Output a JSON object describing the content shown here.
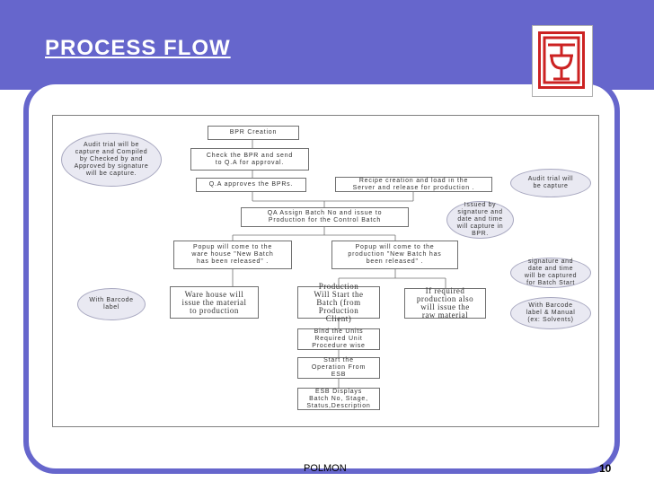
{
  "slide": {
    "title": "PROCESS FLOW",
    "footer": "POLMON",
    "page_number": "10"
  },
  "colors": {
    "header": "#6666cc",
    "frame": "#6666cc",
    "logo_red": "#cc2222",
    "oval_fill": "#e9e9f2"
  },
  "flow": {
    "bpr_creation": "BPR Creation",
    "check_bpr": "Check the BPR and send\nto Q.A for approval.",
    "qa_approves": "Q.A approves the BPRs.",
    "recipe_creation": "Recipe creation and load in  the\nServer and release for production  .",
    "qa_assign": "QA Assign Batch No and issue to\nProduction for the Control Batch",
    "popup_warehouse": "Popup will come to the\nware house \"New Batch\nhas been released\" .",
    "popup_production": "Popup will come to the\nproduction \"New Batch has\nbeen released\" .",
    "warehouse_issue": "Ware house will\nissue the material\nto production",
    "production_start": "Production\nWill Start the\nBatch  (from\nProduction\nClient)",
    "if_required": "If required\nproduction also\nwill issue the\nraw material",
    "bind_units": "Bind the Units\nRequired  Unit\nProcedure wise",
    "start_operation": "Start the\nOperation From\nESB",
    "esb_displays": "ESB Displays\nBatch No, Stage,\nStatus,Description"
  },
  "notes": {
    "audit_compiled": "Audit trial will be\ncapture and Compiled\nby Checked by and\nApproved by signature\nwill be capture.",
    "audit_capture": "Audit trial will\nbe capture",
    "issued_by": "Issued by\nsignature and\ndate and time\nwill capture in\nBPR.",
    "signature_date": "signature and\ndate and time\nwill be captured\nfor Batch Start",
    "barcode_label": "With  Barcode\nlabel",
    "barcode_manual": "With  Barcode\nlabel  & Manual\n(ex: Solvents)"
  }
}
